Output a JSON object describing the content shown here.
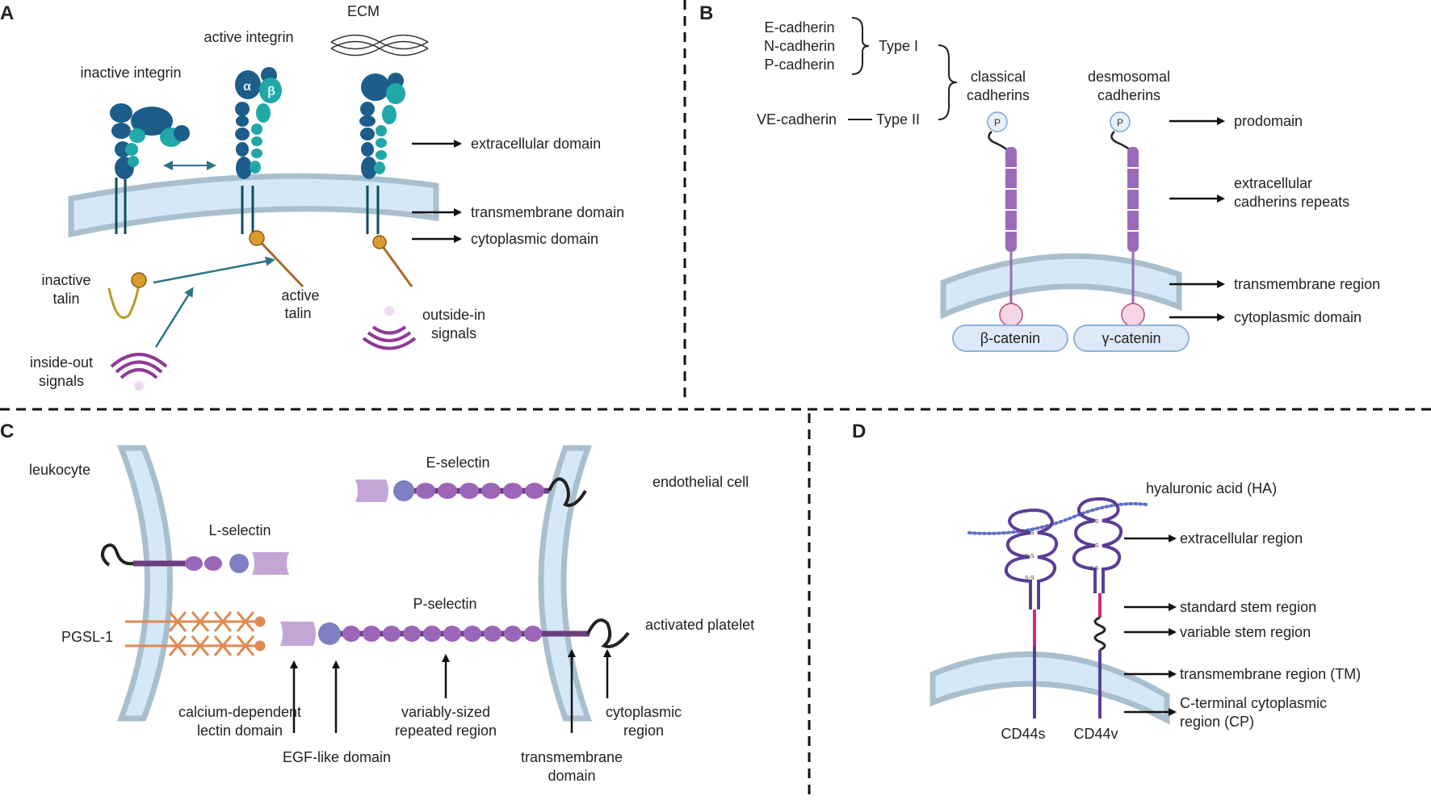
{
  "panels": {
    "A": {
      "letter": "A",
      "ecm": "ECM",
      "inactive_integrin": "inactive integrin",
      "active_integrin": "active integrin",
      "alpha": "α",
      "beta": "β",
      "extracellular_domain": "extracellular domain",
      "transmembrane_domain": "transmembrane domain",
      "cytoplasmic_domain": "cytoplasmic domain",
      "inactive_talin": [
        "inactive",
        "talin"
      ],
      "active_talin": [
        "active",
        "talin"
      ],
      "outside_in": [
        "outside-in",
        "signals"
      ],
      "inside_out": [
        "inside-out",
        "signals"
      ]
    },
    "B": {
      "letter": "B",
      "e_cadherin": "E-cadherin",
      "n_cadherin": "N-cadherin",
      "p_cadherin": "P-cadherin",
      "ve_cadherin": "VE-cadherin",
      "type_i": "Type I",
      "type_ii": "Type II",
      "classical": [
        "classical",
        "cadherins"
      ],
      "desmosomal": [
        "desmosomal",
        "cadherins"
      ],
      "p_mark": "P",
      "prodomain": "prodomain",
      "repeats": [
        "extracellular",
        "cadherins repeats"
      ],
      "transmembrane_region": "transmembrane region",
      "cytoplasmic_domain": "cytoplasmic domain",
      "beta_catenin": "β-catenin",
      "gamma_catenin": "γ-catenin"
    },
    "C": {
      "letter": "C",
      "leukocyte": "leukocyte",
      "e_selectin": "E-selectin",
      "endothelial": "endothelial cell",
      "l_selectin": "L-selectin",
      "pgsl": "PGSL-1",
      "p_selectin": "P-selectin",
      "activated_platelet": "activated platelet",
      "lectin": [
        "calcium-dependent",
        "lectin domain"
      ],
      "egf": "EGF-like domain",
      "repeated": [
        "variably-sized",
        "repeated region"
      ],
      "tm": [
        "transmembrane",
        "domain"
      ],
      "cyto": [
        "cytoplasmic",
        "region"
      ]
    },
    "D": {
      "letter": "D",
      "ha": "hyaluronic acid (HA)",
      "extracellular": "extracellular region",
      "standard_stem": "standard stem region",
      "variable_stem": "variable stem region",
      "tm": "transmembrane region (TM)",
      "cterm": [
        "C-terminal cytoplasmic",
        "region (CP)"
      ],
      "cd44s": "CD44s",
      "cd44v": "CD44v",
      "ss": "S-S"
    }
  },
  "colors": {
    "membrane_outer": "#a9bfcd",
    "membrane_inner": "#d4e8f6",
    "integrin_dark": "#1c5d8a",
    "integrin_teal": "#20a7a7",
    "cadherin_purple": "#9b6bb9",
    "catenin_fill": "#dde9f7",
    "selectin_purple": "#9b66b8",
    "selectin_lavender": "#c4a6d6",
    "selectin_blue": "#7f80c2",
    "pgsl_orange": "#de8a52",
    "cd44_purple": "#5b3d96",
    "cd44_pink": "#d5267f",
    "talin_brown": "#a86a2a",
    "talin_gold": "#d99b2c",
    "signal_purple": "#8e3b96",
    "arrow_teal": "#2d7488"
  }
}
